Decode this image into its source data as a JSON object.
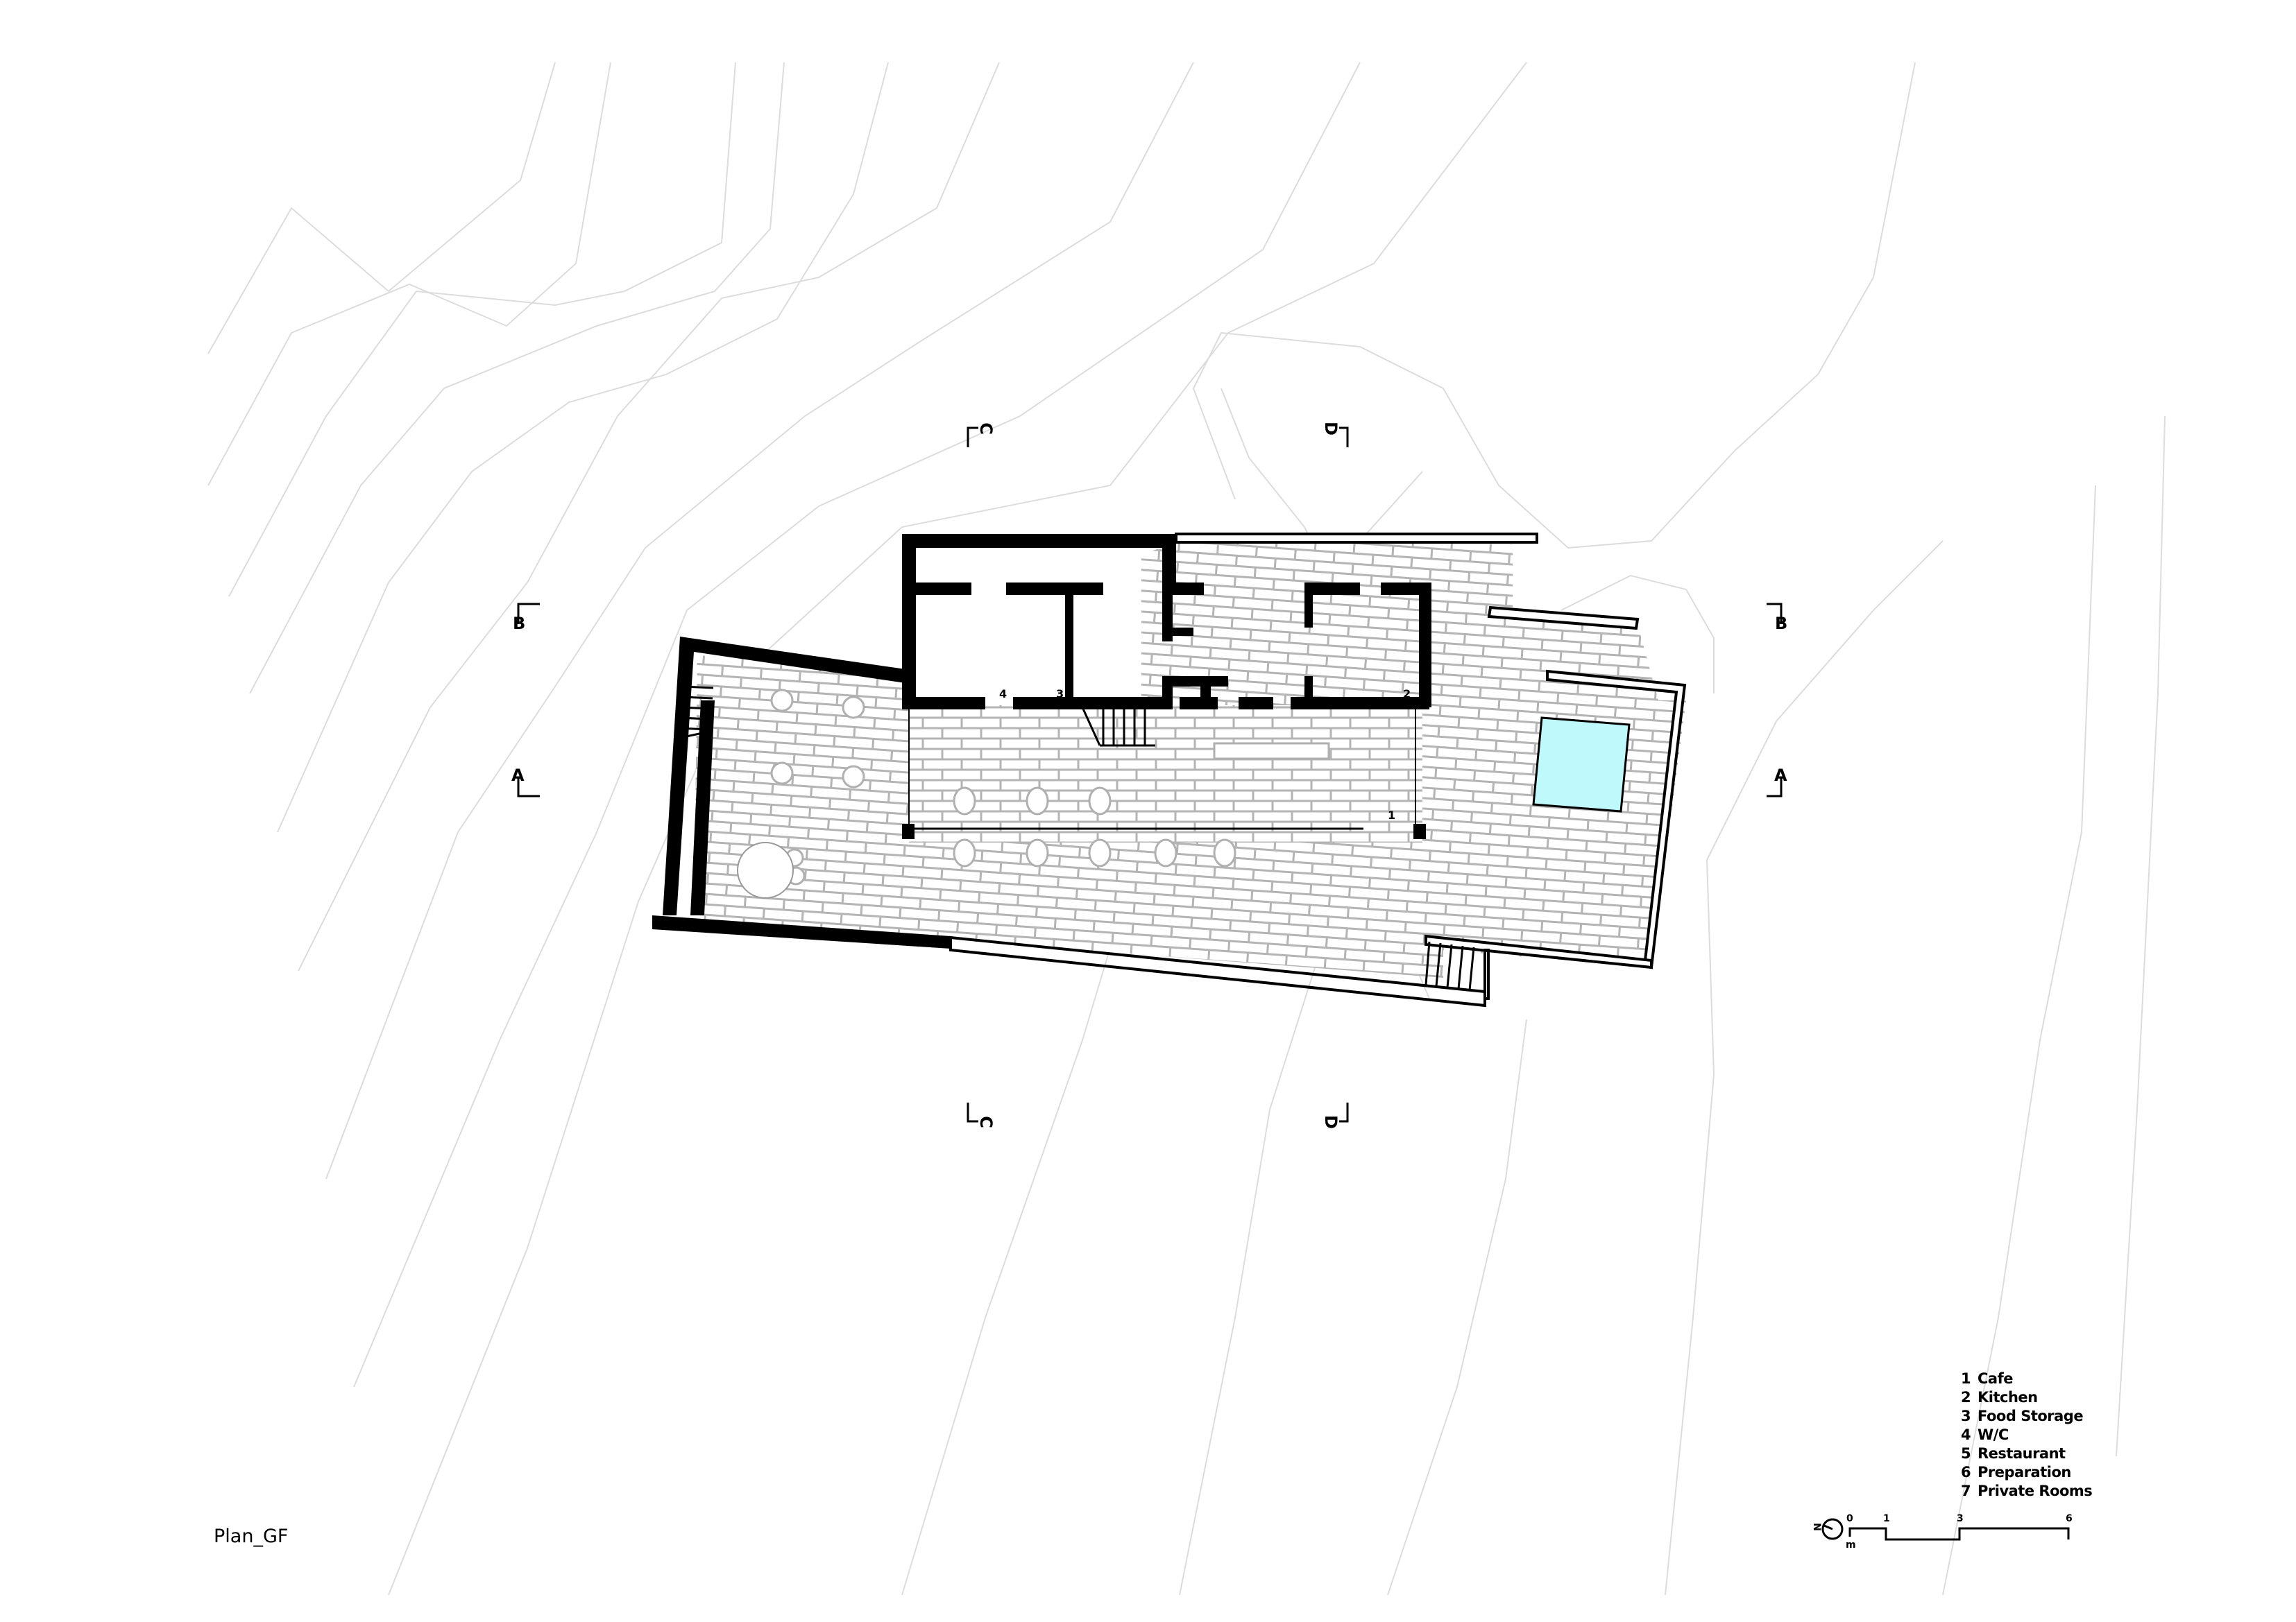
{
  "drawing": {
    "title": "Plan_GF",
    "colors": {
      "wall": "#000000",
      "paving": "#b4b4b4",
      "contour": "#dcdcdc",
      "pool": "#bff9fc",
      "furniture": "#b0b0b0"
    }
  },
  "legend": {
    "items": [
      {
        "num": "1",
        "label": "Cafe"
      },
      {
        "num": "2",
        "label": "Kitchen"
      },
      {
        "num": "3",
        "label": "Food Storage"
      },
      {
        "num": "4",
        "label": "W/C"
      },
      {
        "num": "5",
        "label": "Restaurant"
      },
      {
        "num": "6",
        "label": "Preparation"
      },
      {
        "num": "7",
        "label": "Private Rooms"
      }
    ]
  },
  "room_tags": [
    {
      "num": "1",
      "room": "Cafe"
    },
    {
      "num": "2",
      "room": "Kitchen"
    },
    {
      "num": "3",
      "room": "Food Storage"
    },
    {
      "num": "4",
      "room": "W/C"
    }
  ],
  "section_markers": {
    "A_left": "A",
    "A_right": "A",
    "B_left": "B",
    "B_right": "B",
    "C_top": "C",
    "C_bottom": "C",
    "D_top": "D",
    "D_bottom": "D"
  },
  "north_arrow": {
    "label": "N"
  },
  "scale_bar": {
    "unit": "m",
    "ticks": [
      "0",
      "1",
      "3",
      "6"
    ]
  }
}
